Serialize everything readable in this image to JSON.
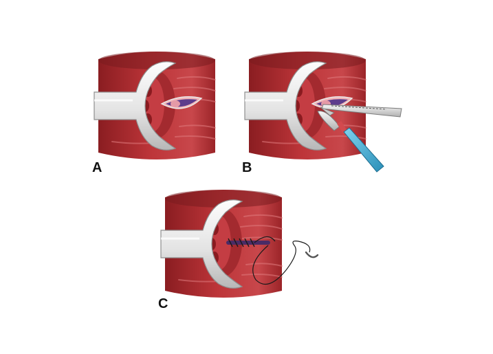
{
  "figure": {
    "background": "#ffffff",
    "colors": {
      "tissue_dark": "#7e1a1d",
      "tissue_mid": "#b73136",
      "tissue_light": "#d6595c",
      "retractor_light": "#f1f1f1",
      "retractor_shade": "#a9a9a9",
      "wound_purple": "#5d3c8c",
      "instrument_blue": "#3fb1d8",
      "suture_thread": "#1a1a1a"
    },
    "panels": [
      {
        "label": "A",
        "icon": "retractor-with-incision"
      },
      {
        "label": "B",
        "icon": "retractor-with-forceps-and-scalpel"
      },
      {
        "label": "C",
        "icon": "retractor-with-suture-closure"
      }
    ]
  }
}
